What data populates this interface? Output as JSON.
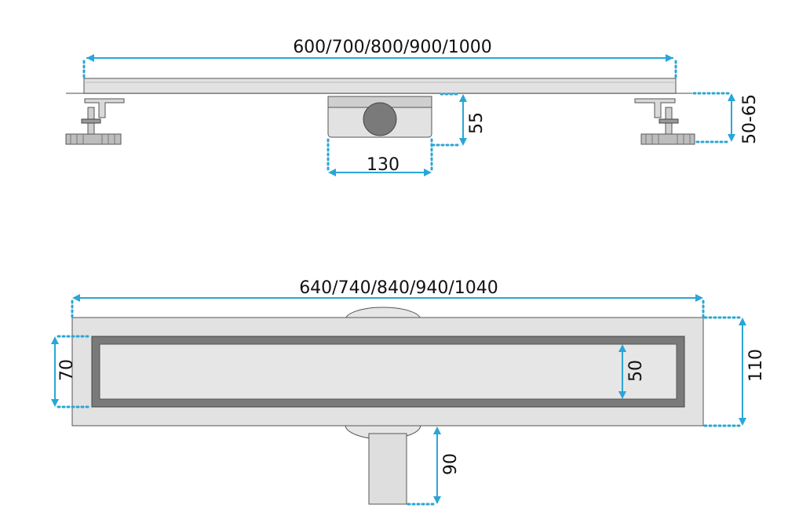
{
  "colors": {
    "dimension": "#2aa6d6",
    "metal": "#e2e2e2",
    "grate_border": "#7a7a7a",
    "outline": "#555555",
    "text": "#111111"
  },
  "side_view": {
    "length_label": "600/700/800/900/1000",
    "outlet_height_label": "55",
    "outlet_width_label": "130",
    "adjust_height_label": "50-65"
  },
  "top_view": {
    "length_label": "640/740/840/940/1040",
    "grate_width_label": "70",
    "inner_width_label": "50",
    "total_width_label": "110",
    "pipe_length_label": "90"
  }
}
